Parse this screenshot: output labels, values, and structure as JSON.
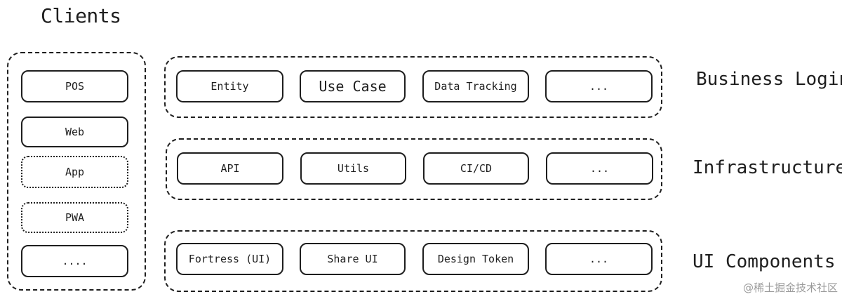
{
  "clients": {
    "title": "Clients",
    "items": [
      "POS",
      "Web",
      "App",
      "PWA",
      "...."
    ]
  },
  "layers": [
    {
      "label": "Business Login",
      "items": [
        "Entity",
        "Use Case",
        "Data Tracking",
        "..."
      ]
    },
    {
      "label": "Infrastructure",
      "items": [
        "API",
        "Utils",
        "CI/CD",
        "..."
      ]
    },
    {
      "label": "UI Components",
      "items": [
        "Fortress (UI)",
        "Share UI",
        "Design Token",
        "..."
      ]
    }
  ],
  "watermark": "@稀土掘金技术社区",
  "colors": {
    "stroke": "#1e1e1e",
    "background": "#ffffff",
    "watermark": "#9a9a9a"
  }
}
